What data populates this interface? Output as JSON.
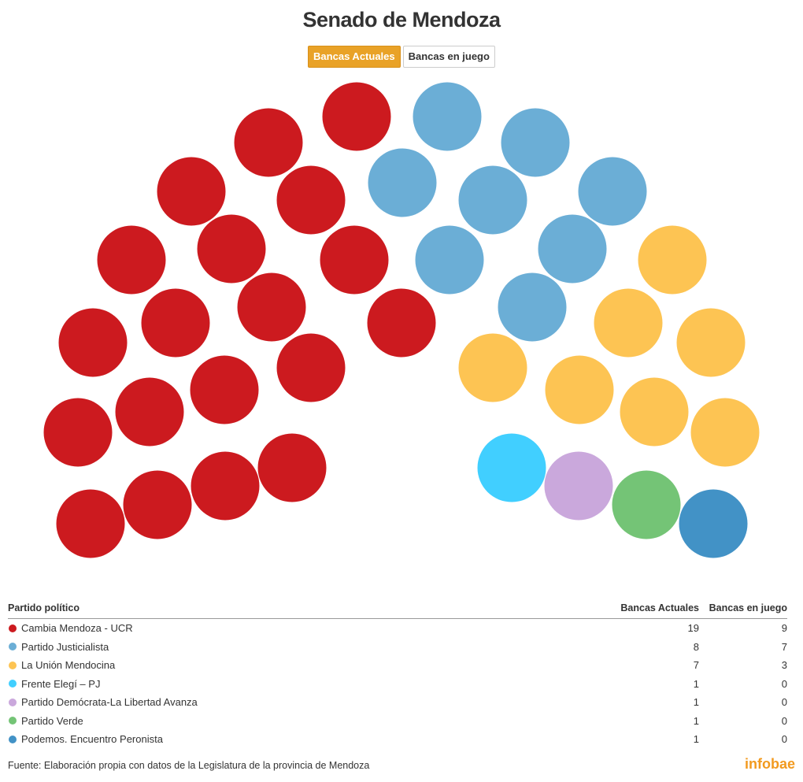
{
  "chart_data": {
    "type": "parliament",
    "title": "Senado de Mendoza",
    "tabs": [
      "Bancas Actuales",
      "Bancas en juego"
    ],
    "active_tab": "Bancas Actuales",
    "total_seats": 38,
    "columns": {
      "party": "Partido político",
      "current": "Bancas Actuales",
      "at_stake": "Bancas en juego"
    },
    "parties": [
      {
        "name": "Cambia Mendoza - UCR",
        "current": 19,
        "at_stake": 9,
        "color": "#cc1a1f"
      },
      {
        "name": "Partido Justicialista",
        "current": 8,
        "at_stake": 7,
        "color": "#6baed6"
      },
      {
        "name": "La Unión Mendocina",
        "current": 7,
        "at_stake": 3,
        "color": "#fdc453"
      },
      {
        "name": "Frente Elegí – PJ",
        "current": 1,
        "at_stake": 0,
        "color": "#41cfff"
      },
      {
        "name": "Partido Demócrata-La Libertad Avanza",
        "current": 1,
        "at_stake": 0,
        "color": "#caa8dc"
      },
      {
        "name": "Partido Verde",
        "current": 1,
        "at_stake": 0,
        "color": "#74c476"
      },
      {
        "name": "Podemos. Encuentro Peronista",
        "current": 1,
        "at_stake": 0,
        "color": "#4292c6"
      }
    ]
  },
  "source": "Fuente: Elaboración propia con datos de la Legislatura de la provincia de Mendoza",
  "logo": "infobae"
}
